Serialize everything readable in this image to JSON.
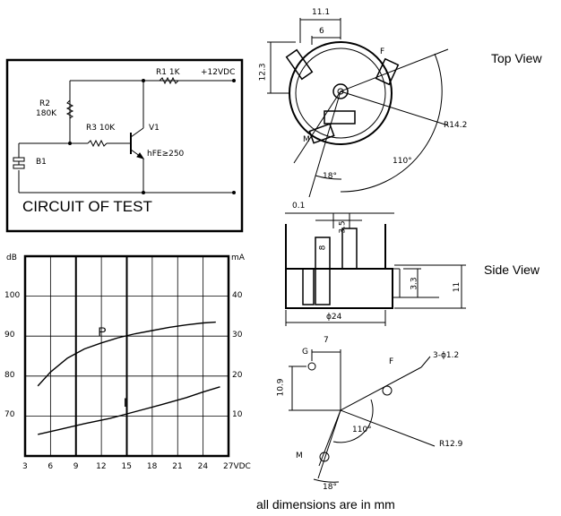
{
  "views": {
    "top": "Top View",
    "side": "Side View"
  },
  "circuit": {
    "title": "CIRCUIT OF TEST",
    "r1": "R1 1K",
    "vcc": "+12VDC",
    "r2_line1": "R2",
    "r2_line2": "180K",
    "r3": "R3 10K",
    "transistor": "V1",
    "hfe": "hFE≥250",
    "buzzer": "B1"
  },
  "top_view": {
    "dim_11_1": "11.1",
    "dim_6": "6",
    "dim_12_3": "12.3",
    "label_f": "F",
    "label_m": "M",
    "radius": "R14.2",
    "angle_110": "110°",
    "angle_18": "18°"
  },
  "side_view": {
    "dim_0_1": "0.1",
    "dim_3_5": "3.5",
    "dim_8": "8",
    "dim_3_3": "3.3",
    "dim_11": "11",
    "diameter": "ϕ24"
  },
  "pin_layout": {
    "label_g": "G",
    "dim_7": "7",
    "holes": "3-ϕ1.2",
    "label_f": "F",
    "dim_10_9": "10.9",
    "angle_110": "110°",
    "radius": "R12.9",
    "label_m": "M",
    "angle_18": "18°"
  },
  "footer": "all dimensions are in mm",
  "chart_data": {
    "type": "line",
    "x_unit": "VDC",
    "left_unit": "dB",
    "right_unit": "mA",
    "x_ticks": [
      "3",
      "6",
      "9",
      "12",
      "15",
      "18",
      "21",
      "24",
      "27VDC"
    ],
    "left_ticks": [
      "100",
      "90",
      "80",
      "70"
    ],
    "right_ticks": [
      "40",
      "30",
      "20",
      "10"
    ],
    "xlim": [
      3,
      27
    ],
    "left_ylim": [
      60,
      110
    ],
    "right_ylim": [
      0,
      50
    ],
    "series": [
      {
        "name": "P",
        "axis": "left",
        "x": [
          4.5,
          6,
          8,
          10,
          12,
          14,
          16,
          18,
          20,
          22,
          24,
          25.5
        ],
        "y": [
          77.5,
          81,
          84.5,
          86.8,
          88.3,
          89.6,
          90.6,
          91.4,
          92.2,
          92.8,
          93.3,
          93.5
        ]
      },
      {
        "name": "I",
        "axis": "right",
        "x": [
          4.5,
          7,
          10,
          13,
          16,
          19,
          22,
          24,
          26
        ],
        "y": [
          5.4,
          6.6,
          8.1,
          9.4,
          11.1,
          12.8,
          14.6,
          16,
          17.3
        ]
      }
    ]
  }
}
